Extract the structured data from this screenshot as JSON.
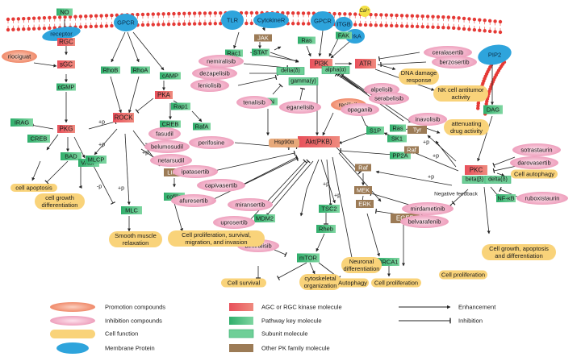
{
  "colors": {
    "kinase_red": "#e8505b",
    "pathway_green": "#3cb878",
    "subunit_green": "#6fcf97",
    "brown": "#9c7b56",
    "promotion": "#f4a184",
    "inhibition": "#f5b2c8",
    "cell_function": "#f9d37a",
    "membrane": "#2ea4dc",
    "lipid": "#e53935"
  },
  "membrane_proteins": {
    "receptor": "receptor",
    "gpcr_left": "GPCR",
    "tlr": "TLR",
    "cytokiner": "CytokineR",
    "gpcr_mid": "GPCR",
    "itgb": "ITGB",
    "trka": "TrkA",
    "pip2": "PIP2"
  },
  "ion": "Ca²⁺",
  "kinases": {
    "rgc": "RGC",
    "sgc": "sGC",
    "pkg": "PKG",
    "rock": "ROCK",
    "pka": "PKA",
    "pi3k": "PI3K",
    "atr": "ATR",
    "akt": "Akt(PKB)",
    "pkc": "PKC"
  },
  "pathway": {
    "no": "NO",
    "cgmp": "cGMP",
    "irag": "IRAG",
    "creb_l": "CREB",
    "bad": "BAD",
    "vasp": "VASP",
    "rhob": "RhoB",
    "rhoa": "RhoA",
    "camp": "cAMP",
    "rap1": "Rap1",
    "creb_m": "CREB",
    "rafa": "RafA",
    "mlcp": "MLCP",
    "mlc": "MLC",
    "cofilin": "cofilin",
    "rac1": "Rac1",
    "stat": "STAT",
    "ras_top": "Ras",
    "fak": "FAK",
    "pten": "PTEN",
    "s1p": "S1P",
    "sk1": "SK1",
    "pp2a": "PP2A",
    "ras_r": "Ras",
    "tsc2": "TSC2",
    "rheb": "Rheb",
    "mtor": "mTOR",
    "mdm2": "MDM2",
    "brca1": "BRCA1",
    "dag": "DAG",
    "nfkb": "NF-κB",
    "egfr": "EGFR"
  },
  "subunits": {
    "delta_pi3k": "delta(δ)",
    "gamma": "gamma(γ)",
    "alpha": "alpha(α)",
    "beta_pkc": "beta(β)",
    "delta_pkc": "delta(δ)"
  },
  "other_pk": {
    "jak": "JAK",
    "limk": "LIMK",
    "tyr": "Tyr",
    "raf_r": "Raf",
    "raf_m": "Raf",
    "mek": "MEK",
    "erk": "ERK"
  },
  "hsp": "Hsp90α",
  "promotion_compounds": [
    "riociguat",
    "recilisib"
  ],
  "inhibition_compounds": {
    "nemiralisib": "nemiralisib",
    "dezapelisib": "dezapelisib",
    "leniolisib": "leniolisib",
    "tenalisib": "tenalisib",
    "eganelisib": "eganelisib",
    "ceralasertib": "ceralasertib",
    "berzosertib": "berzosertib",
    "alpelisib": "alpelisib",
    "serabelisib": "serabelisib",
    "inavolisib": "inavolisib",
    "fasudil": "fasudil",
    "belumosudil": "belumosudil",
    "netarsudil": "netarsudil",
    "perifosine": "perifosine",
    "opaganib": "opaganib",
    "ipatasertib": "ipatasertib",
    "capivasertib": "capivasertib",
    "afuresertib": "afuresertib",
    "miransertib": "miransertib",
    "uprosertib": "uprosertib",
    "bimiralisib": "bimiralisib",
    "mirdametinib": "mirdametinib",
    "belvarafenib": "belvarafenib",
    "sotrastaurin": "sotrastaurin",
    "darovasertib": "darovasertib",
    "ruboxistaurin": "ruboxistaurin"
  },
  "cell_functions": {
    "apoptosis": "cell apoptosis",
    "growth_diff": [
      "cell growth",
      "differentiation"
    ],
    "smooth": [
      "Smooth muscle",
      "relaxation"
    ],
    "prolif_long": [
      "Cell proliferation, survival,",
      "migration, and invasion"
    ],
    "dna": [
      "DNA damage",
      "response"
    ],
    "nk": [
      "NK cell antitumor",
      "activity"
    ],
    "attenuating": [
      "attenuating",
      "drug activity"
    ],
    "autophagy_pkc": "Cell autophagy",
    "survival": "Cell survival",
    "cytoskeletal": [
      "cytoskeletal",
      "organization"
    ],
    "autophagy": "Autophagy",
    "neuronal": [
      "Neuronal",
      "differentiation"
    ],
    "prolif_brca": "Cell proliferation",
    "growth_apop": [
      "Cell growth, apoptosis",
      "and differentiation"
    ],
    "prolif_egfr": "Cell proliferation"
  },
  "edge_labels": {
    "plus": "+p",
    "minus": "-p",
    "negative_feedback": "Negative feedback"
  },
  "legend": {
    "promotion": "Promotion compounds",
    "inhibition": "Inhibition compounds",
    "cell_function": "Cell function",
    "membrane": "Membrane Protein",
    "agc": "AGC or RGC kinase molecule",
    "pathway": "Pathway key molecule",
    "subunit": "Subunit molecule",
    "other": "Other PK family molecule",
    "enhancement": "Enhancement",
    "inhibition_line": "Inhibition"
  }
}
